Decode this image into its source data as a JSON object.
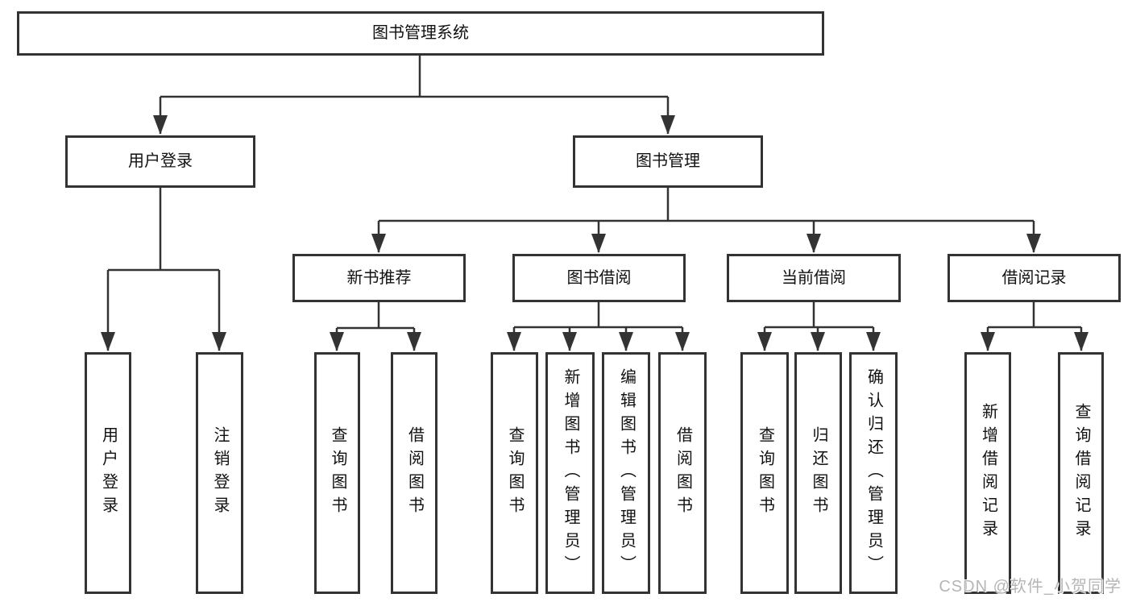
{
  "tree": {
    "label": "图书管理系统",
    "children": [
      {
        "label": "用户登录",
        "children": [
          {
            "label": "用户登录"
          },
          {
            "label": "注销登录"
          }
        ]
      },
      {
        "label": "图书管理",
        "children": [
          {
            "label": "新书推荐",
            "children": [
              {
                "label": "查询图书"
              },
              {
                "label": "借阅图书"
              }
            ]
          },
          {
            "label": "图书借阅",
            "children": [
              {
                "label": "查询图书"
              },
              {
                "label": "新增图书（管理员）"
              },
              {
                "label": "编辑图书（管理员）"
              },
              {
                "label": "借阅图书"
              }
            ]
          },
          {
            "label": "当前借阅",
            "children": [
              {
                "label": "查询图书"
              },
              {
                "label": "归还图书"
              },
              {
                "label": "确认归还（管理员）"
              }
            ]
          },
          {
            "label": "借阅记录",
            "children": [
              {
                "label": "新增借阅记录"
              },
              {
                "label": "查询借阅记录"
              }
            ]
          }
        ]
      }
    ]
  },
  "watermark": {
    "text": "CSDN @软件_小贺同学"
  },
  "colors": {
    "line": "#333333",
    "border": "#333333",
    "text": "#111111",
    "watermark": "#b5b5b5",
    "bg": "#ffffff"
  }
}
